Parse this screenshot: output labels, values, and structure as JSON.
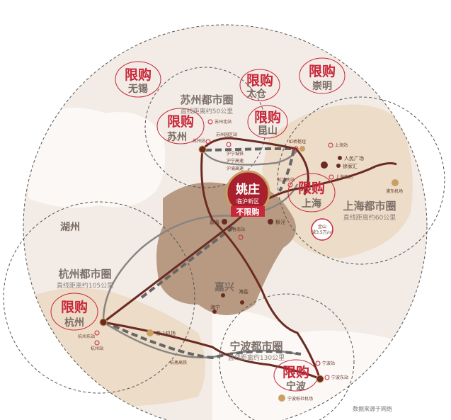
{
  "center": {
    "name": "姚庄",
    "subtitle": "临沪新区",
    "badge": "不限购"
  },
  "restricted_label": "限购",
  "restricted_cities": {
    "wuxi": "无锡",
    "taicang": "太仓",
    "chongming": "崇明",
    "suzhou": "苏州",
    "kunshan": "昆山",
    "shanghai": "上海",
    "hangzhou": "杭州",
    "ningbo": "宁波"
  },
  "metro_circles": {
    "suzhou": {
      "name": "苏州都市圈",
      "distance": "直线距离约50公里"
    },
    "shanghai": {
      "name": "上海都市圈",
      "distance": "直线距离约60公里"
    },
    "hangzhou": {
      "name": "杭州都市圈",
      "distance": "直线距离约105公里"
    },
    "ningbo": {
      "name": "宁波都市圈",
      "distance": "直线距离约130公里"
    }
  },
  "places": {
    "huzhou": "湖州",
    "jiaxing": "嘉兴",
    "haiyan": "海盐",
    "haining": "海宁",
    "jiashan": "嘉善",
    "fengjing": "枫泾",
    "renmin": "人民广场",
    "xujiahui": "徐家汇"
  },
  "stations": {
    "suzhou_north": "苏州北站",
    "suzhou_park": "苏州园区站",
    "suzhou": "苏州站",
    "hongqiao": "虹桥枢纽",
    "shanghai": "上海站",
    "shanghai_south": "上海南站",
    "songjiang_south": "松江南站",
    "jiashan_south": "嘉善南站",
    "hangzhou_east": "杭州东站",
    "hangzhou": "杭州站",
    "ningbo": "宁波站",
    "ningbo_east": "宁波东站"
  },
  "airports": {
    "pudong": "浦东机场",
    "xiaoshan": "萧山机场",
    "ningbo": "宁波栎社机场"
  },
  "price_tags": {
    "jinshan_name": "金山",
    "jinshan_price": "破3.5万/㎡"
  },
  "routes": {
    "huning_intercity": "沪宁城铁",
    "huning_highway": "沪宁高速",
    "huyu_highway": "沪渝高速",
    "hanan_railway": "杭甬高铁"
  },
  "source_note": "数据来源于网络",
  "colors": {
    "restrict_red": "#c8283a",
    "rail": "#6b2b22",
    "land_jiaxing": "#b89a82",
    "land_shanghai": "#ecdcc8",
    "background": "#f3ece6"
  }
}
